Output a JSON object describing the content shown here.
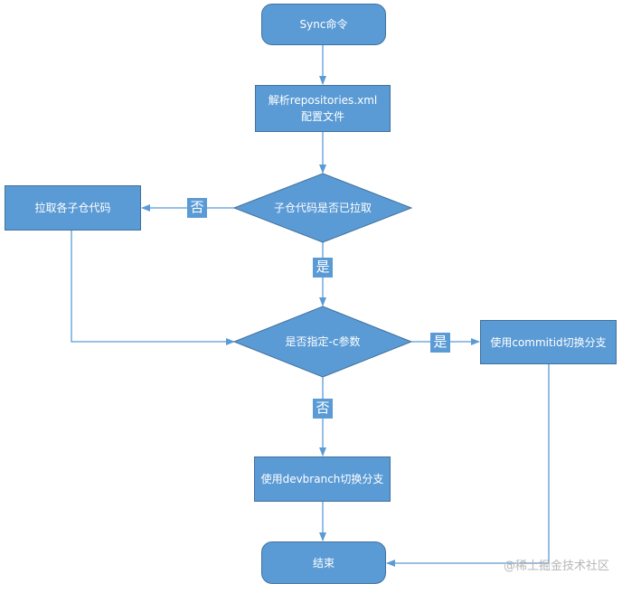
{
  "nodes": {
    "start": "Sync命令",
    "parse_line1": "解析repositories.xml",
    "parse_line2": "配置文件",
    "check_pulled": "子仓代码是否已拉取",
    "pull_repos": "拉取各子仓代码",
    "check_c_param": "是否指定-c参数",
    "use_commitid": "使用commitid切换分支",
    "use_devbranch": "使用devbranch切换分支",
    "end": "结束"
  },
  "edge_labels": {
    "pulled_no": "否",
    "pulled_yes": "是",
    "c_yes": "是",
    "c_no": "否"
  },
  "watermark": "@稀土掘金技术社区",
  "colors": {
    "node_fill": "#5b9bd5",
    "node_border": "#41719c",
    "edge": "#5b9bd5"
  }
}
